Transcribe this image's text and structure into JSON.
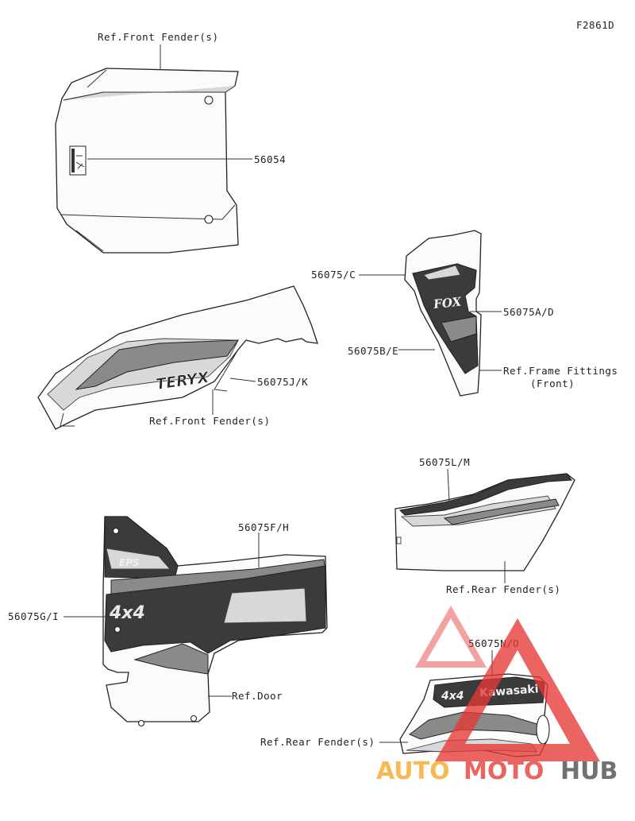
{
  "figure_id": "F2861D",
  "labels": {
    "ref_front_fender_top": "Ref.Front Fender(s)",
    "p56054": "56054",
    "p56075_c": "56075/C",
    "p56075_ad": "56075A/D",
    "p56075_be": "56075B/E",
    "ref_frame_fittings_1": "Ref.Frame Fittings",
    "ref_frame_fittings_2": "(Front)",
    "p56075_jk": "56075J/K",
    "ref_front_fender_mid": "Ref.Front Fender(s)",
    "p56075_lm": "56075L/M",
    "ref_rear_fender_1": "Ref.Rear Fender(s)",
    "p56075_fh": "56075F/H",
    "p56075_gi": "56075G/I",
    "ref_door": "Ref.Door",
    "p56075_no": "56075N/O",
    "ref_rear_fender_2": "Ref.Rear Fender(s)"
  },
  "decal_text": {
    "fox": "FOX",
    "teryx": "TERYX",
    "eps": "EPS",
    "kawasaki": "Kawasaki",
    "four_by_four": "4x4"
  },
  "watermark": {
    "auto": "AUTO",
    "moto": "MOTO",
    "hub": "HUB",
    "colors": {
      "orange": "#f6a623",
      "red": "#e53935",
      "gray": "#4a4a4a"
    }
  }
}
